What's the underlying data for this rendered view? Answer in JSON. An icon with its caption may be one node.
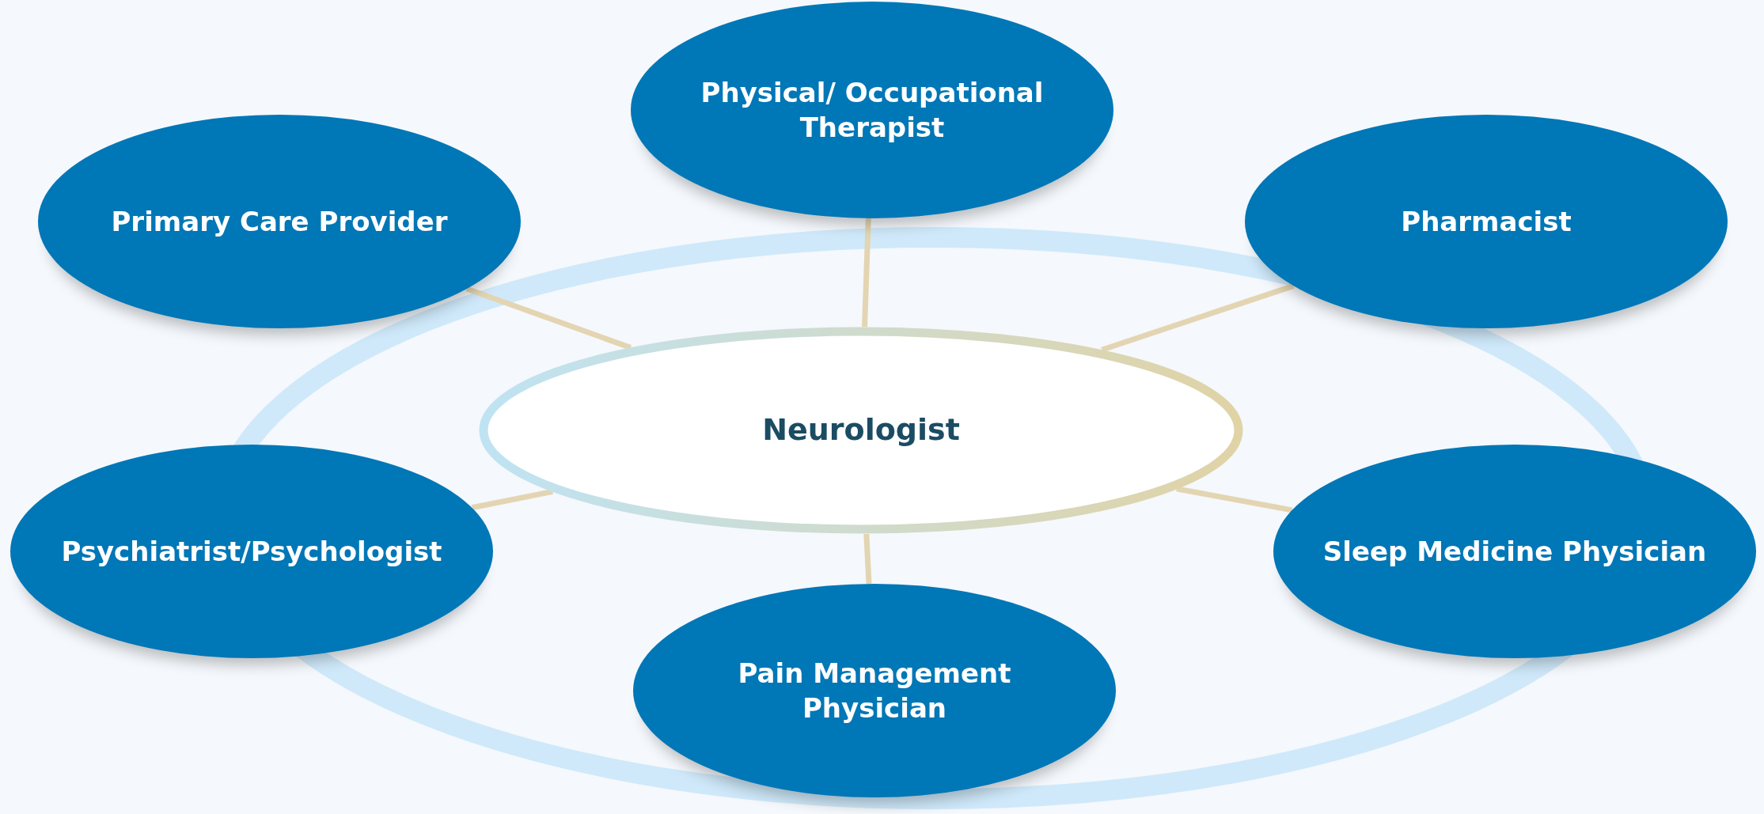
{
  "diagram": {
    "nodes": [
      {
        "text": [
          "Physical/ Occupational Therapist"
        ]
      },
      {
        "text": [
          "Primary Care Provider"
        ]
      },
      {
        "text": [
          "Pharmacist"
        ]
      },
      {
        "text": [
          "Neurologist"
        ]
      },
      {
        "text": [
          "Psychiatrist/Psychologist"
        ]
      },
      {
        "text": [
          "Sleep Medicine Physician"
        ]
      },
      {
        "text": [
          "Pain Management Physician"
        ]
      }
    ],
    "edges": [
      {
        "from": 3,
        "to": 0,
        "arrow": "none"
      },
      {
        "from": 3,
        "to": 1,
        "arrow": "none"
      },
      {
        "from": 3,
        "to": 2,
        "arrow": "none"
      },
      {
        "from": 3,
        "to": 4,
        "arrow": "none"
      },
      {
        "from": 3,
        "to": 5,
        "arrow": "none"
      },
      {
        "from": 3,
        "to": 6,
        "arrow": "none"
      }
    ]
  }
}
